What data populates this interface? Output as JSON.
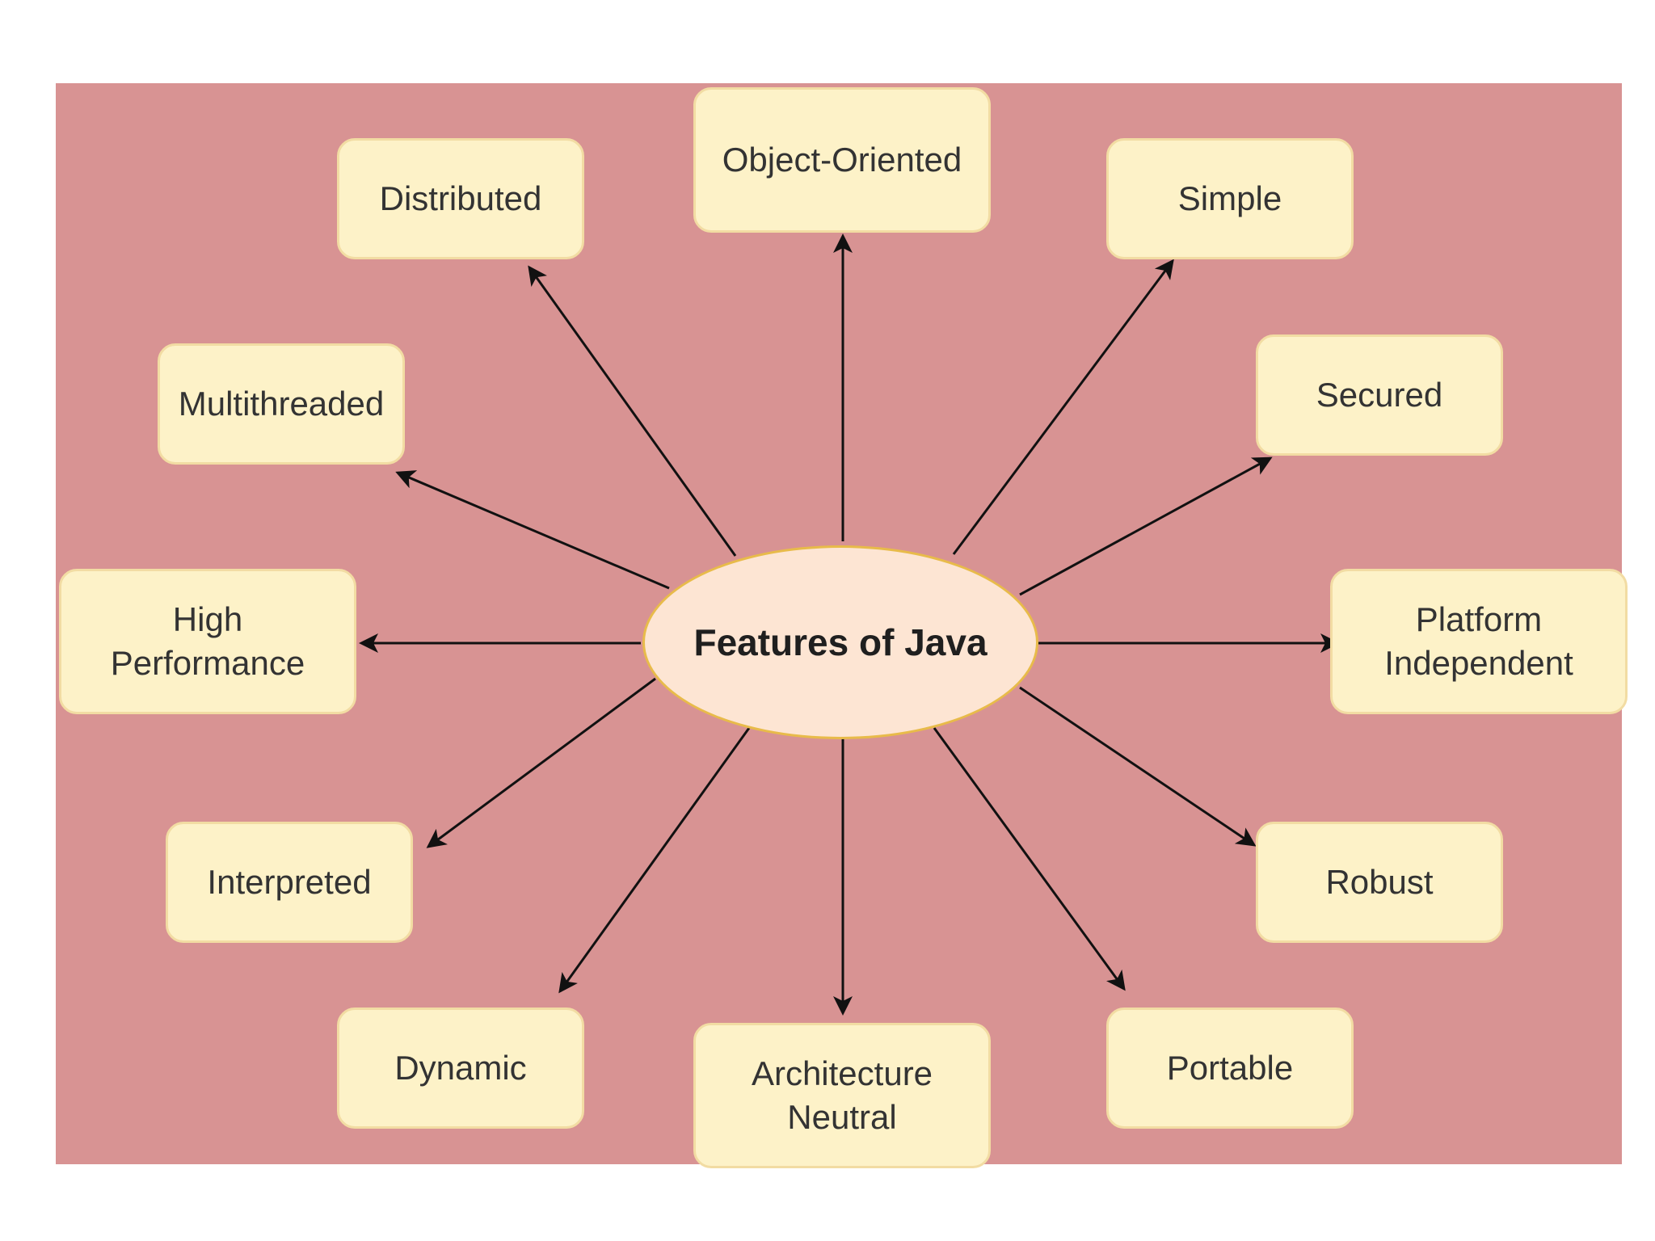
{
  "colors": {
    "background": "#ffffff",
    "panel": "#d89393",
    "box_fill": "#fdf2c8",
    "center_fill": "#fde5d3",
    "arrow": "#111111"
  },
  "center": {
    "label": "Features of Java"
  },
  "features": [
    {
      "id": "object-oriented",
      "label": "Object-Oriented"
    },
    {
      "id": "simple",
      "label": "Simple"
    },
    {
      "id": "secured",
      "label": "Secured"
    },
    {
      "id": "platform-independent",
      "label": "Platform\nIndependent"
    },
    {
      "id": "robust",
      "label": "Robust"
    },
    {
      "id": "portable",
      "label": "Portable"
    },
    {
      "id": "architecture-neutral",
      "label": "Architecture\nNeutral"
    },
    {
      "id": "dynamic",
      "label": "Dynamic"
    },
    {
      "id": "interpreted",
      "label": "Interpreted"
    },
    {
      "id": "high-performance",
      "label": "High\nPerformance"
    },
    {
      "id": "multithreaded",
      "label": "Multithreaded"
    },
    {
      "id": "distributed",
      "label": "Distributed"
    }
  ]
}
